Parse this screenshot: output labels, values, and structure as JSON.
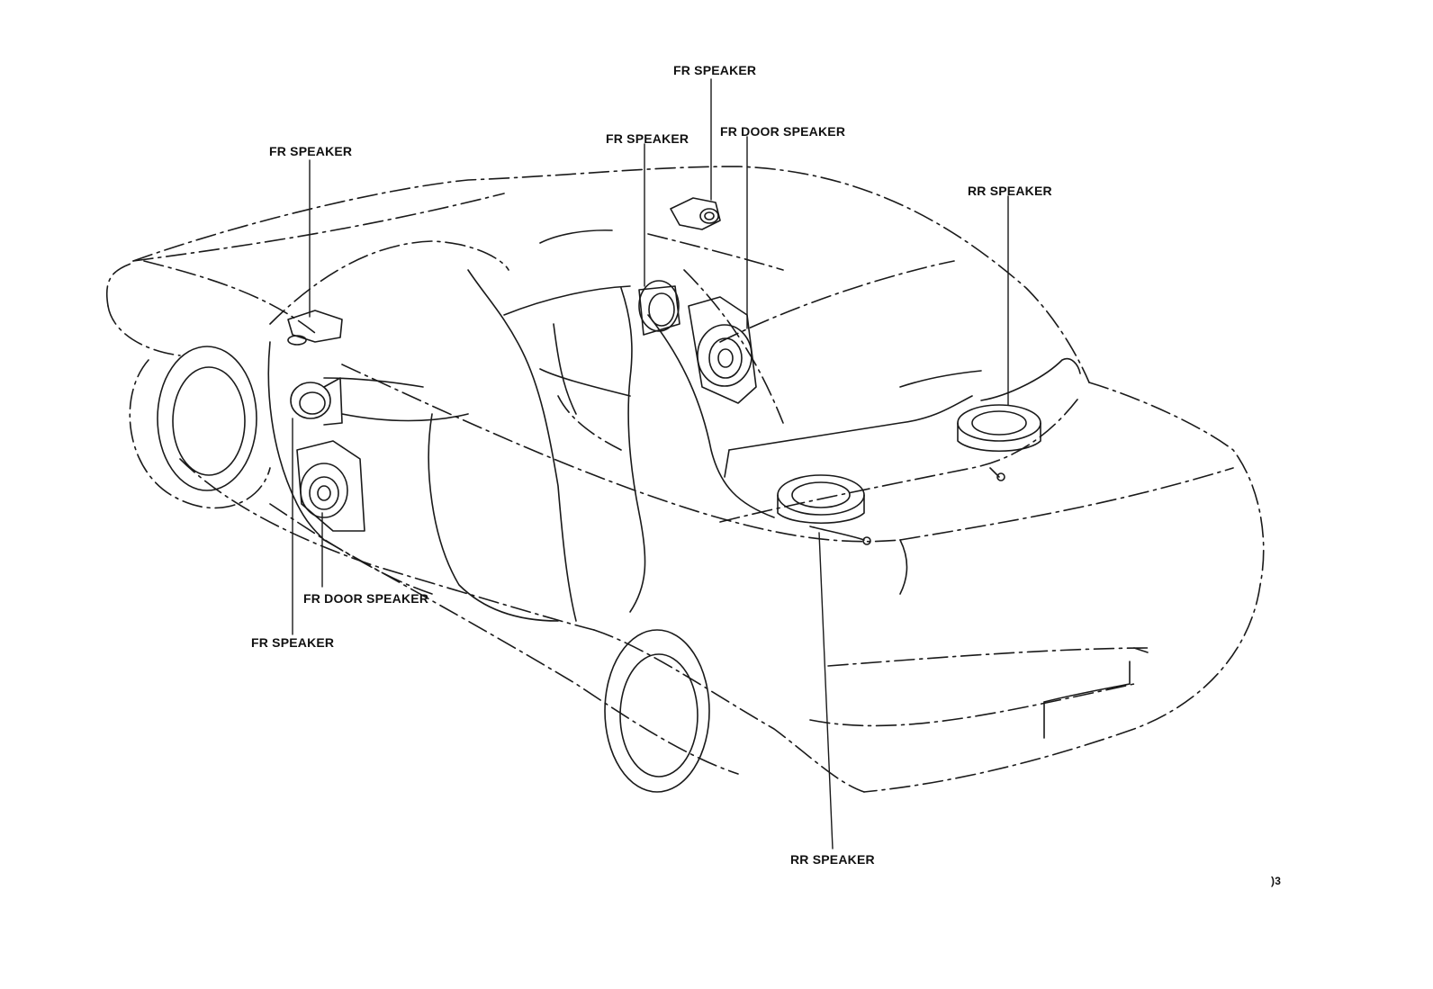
{
  "labels": {
    "fr_speaker_top": "FR SPEAKER",
    "fr_speaker_mid": "FR SPEAKER",
    "fr_door_speaker_right": "FR DOOR SPEAKER",
    "fr_speaker_left_top": "FR SPEAKER",
    "rr_speaker_right": "RR SPEAKER",
    "fr_door_speaker_left": "FR DOOR SPEAKER",
    "fr_speaker_left_bottom": "FR SPEAKER",
    "rr_speaker_bottom": "RR SPEAKER"
  },
  "figure_code": ")3",
  "colors": {
    "line": "#1a1a1a",
    "background": "#ffffff"
  }
}
